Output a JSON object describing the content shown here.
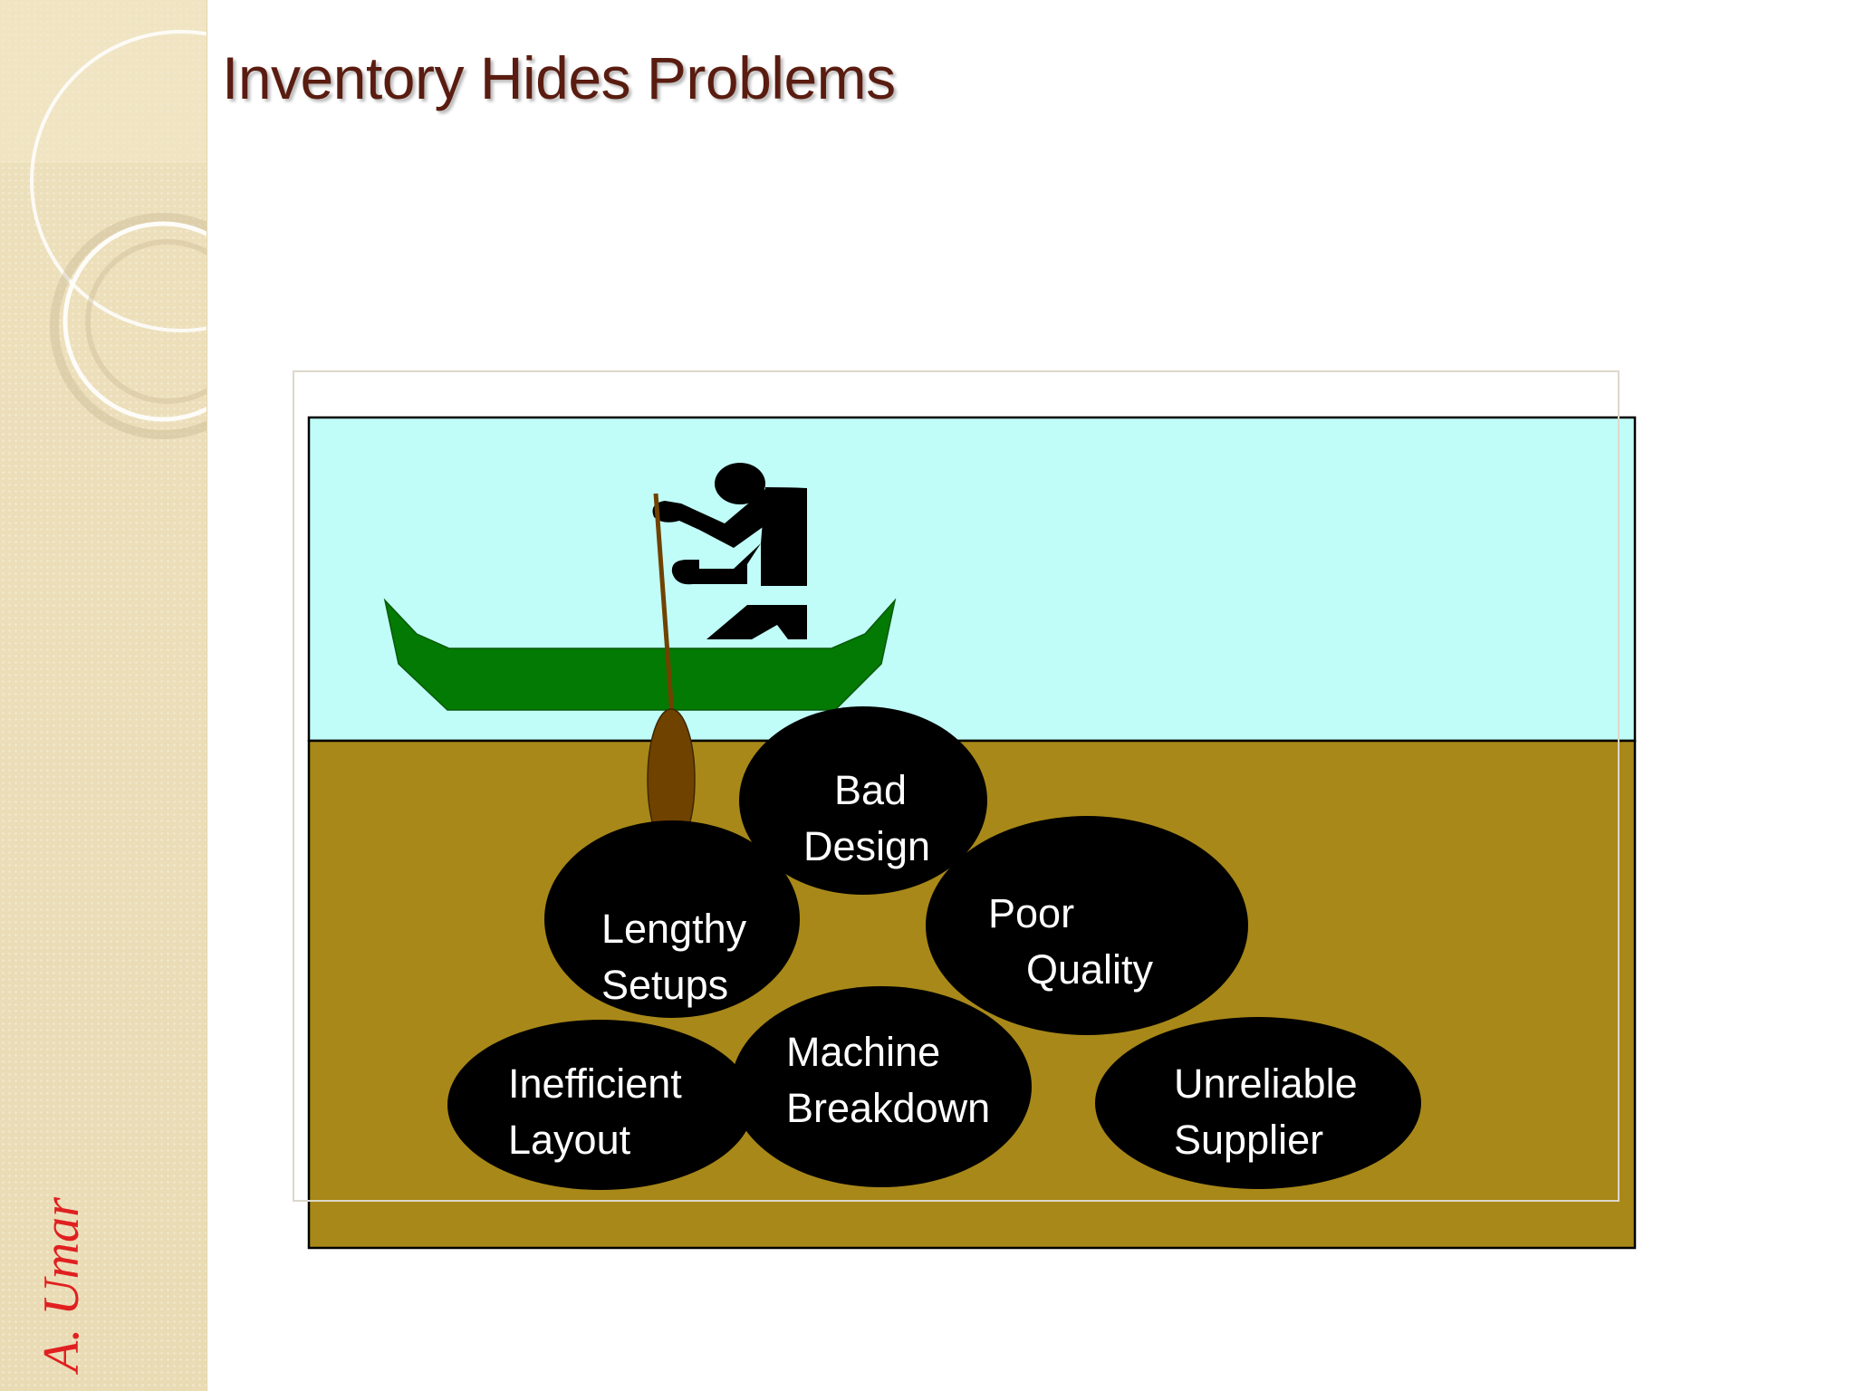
{
  "slide": {
    "title": "Inventory Hides Problems",
    "author": "A. Umar"
  },
  "diagram": {
    "water_color": "#c0fdf8",
    "riverbed_color": "#a88818",
    "boat_color": "#037a03",
    "rock_color": "#000000",
    "paddle_color": "#704200",
    "icons": [
      "boat-icon",
      "person-icon",
      "paddle-icon"
    ],
    "rocks": [
      {
        "id": "bad-design",
        "lines": [
          "Bad",
          "Design"
        ]
      },
      {
        "id": "poor-quality",
        "lines": [
          "Poor",
          "Quality"
        ]
      },
      {
        "id": "lengthy-setups",
        "lines": [
          "Lengthy",
          "Setups"
        ]
      },
      {
        "id": "inefficient-layout",
        "lines": [
          "Inefficient",
          "Layout"
        ]
      },
      {
        "id": "machine-breakdown",
        "lines": [
          "Machine",
          "Breakdown"
        ]
      },
      {
        "id": "unreliable-supplier",
        "lines": [
          "Unreliable",
          "Supplier"
        ]
      }
    ]
  }
}
